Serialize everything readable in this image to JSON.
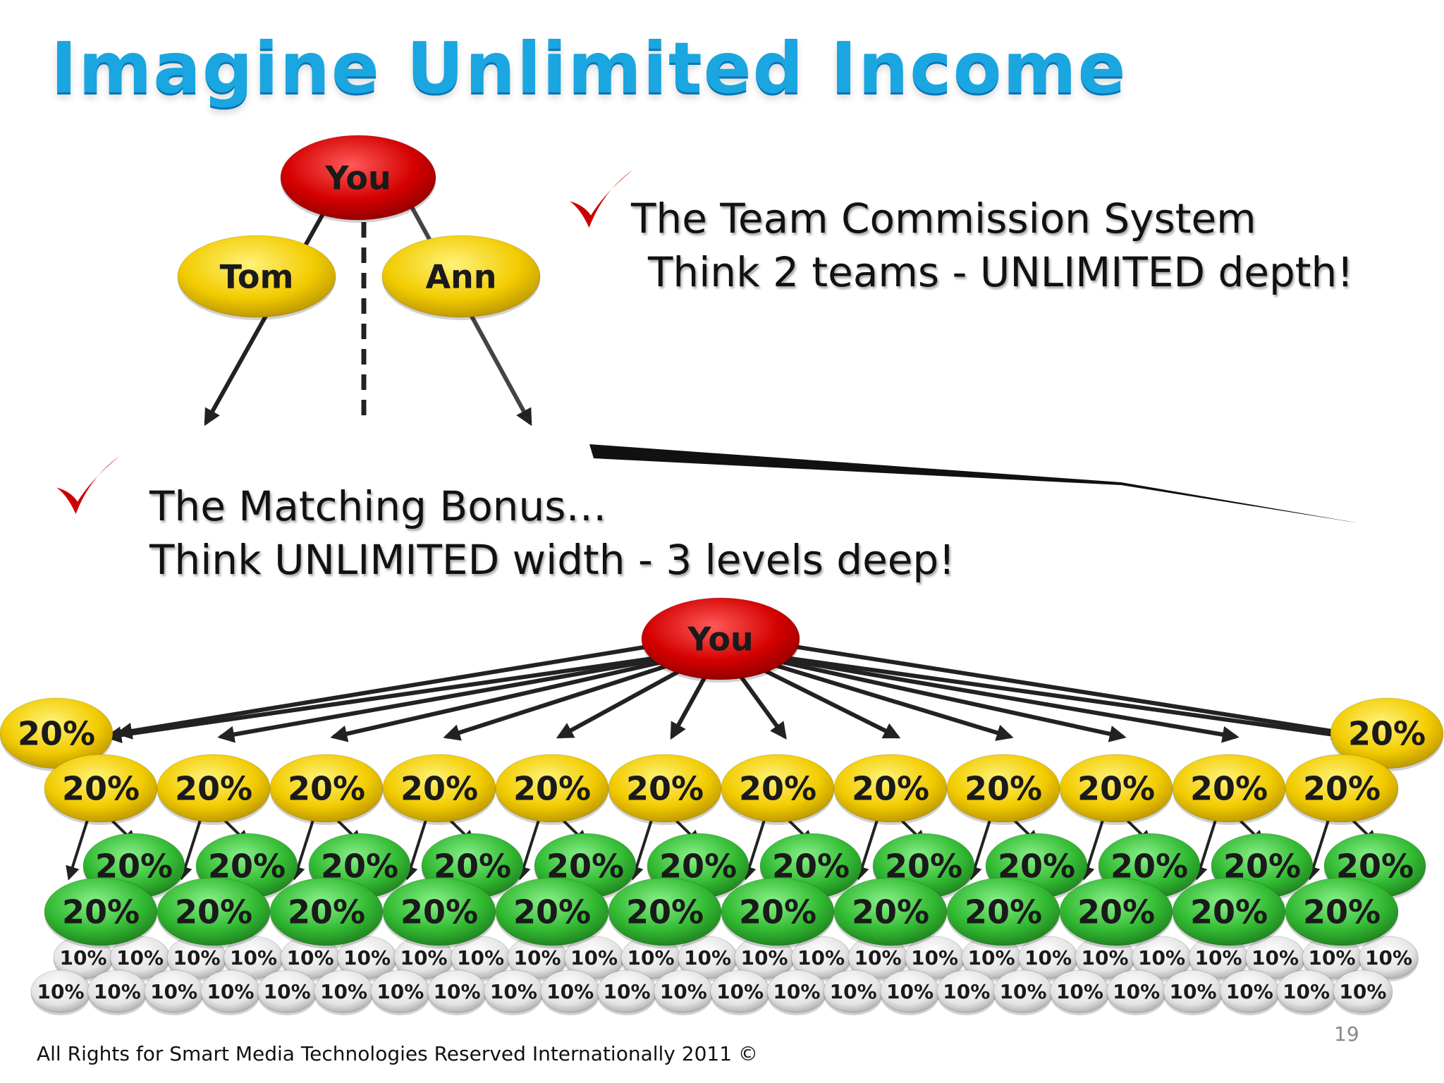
{
  "slide": {
    "title": "Imagine Unlimited Income",
    "team_bullet": {
      "line1": "The Team Commission System",
      "line2": "Think 2 teams - UNLIMITED depth!"
    },
    "matching_bullet": {
      "line1": "The Matching Bonus…",
      "line2": "Think UNLIMITED width - 3 levels deep!"
    },
    "footer": "All Rights for Smart Media Technologies Reserved Internationally 2011 ©",
    "page_number": "19"
  },
  "team_tree": {
    "root": "You",
    "left": "Tom",
    "right": "Ann"
  },
  "matching_tree": {
    "root": "You",
    "level1_pct": "20%",
    "level2_pct": "20%",
    "level3_pct": "10%"
  },
  "colors": {
    "title": "#1aa6e0",
    "check": "#cc0000",
    "root_node": "#d40000",
    "level1_node": "#f2cc00",
    "level2_node": "#33bb33",
    "level3_node": "#e0e0e0"
  },
  "icons": [
    "checkmark-icon"
  ]
}
